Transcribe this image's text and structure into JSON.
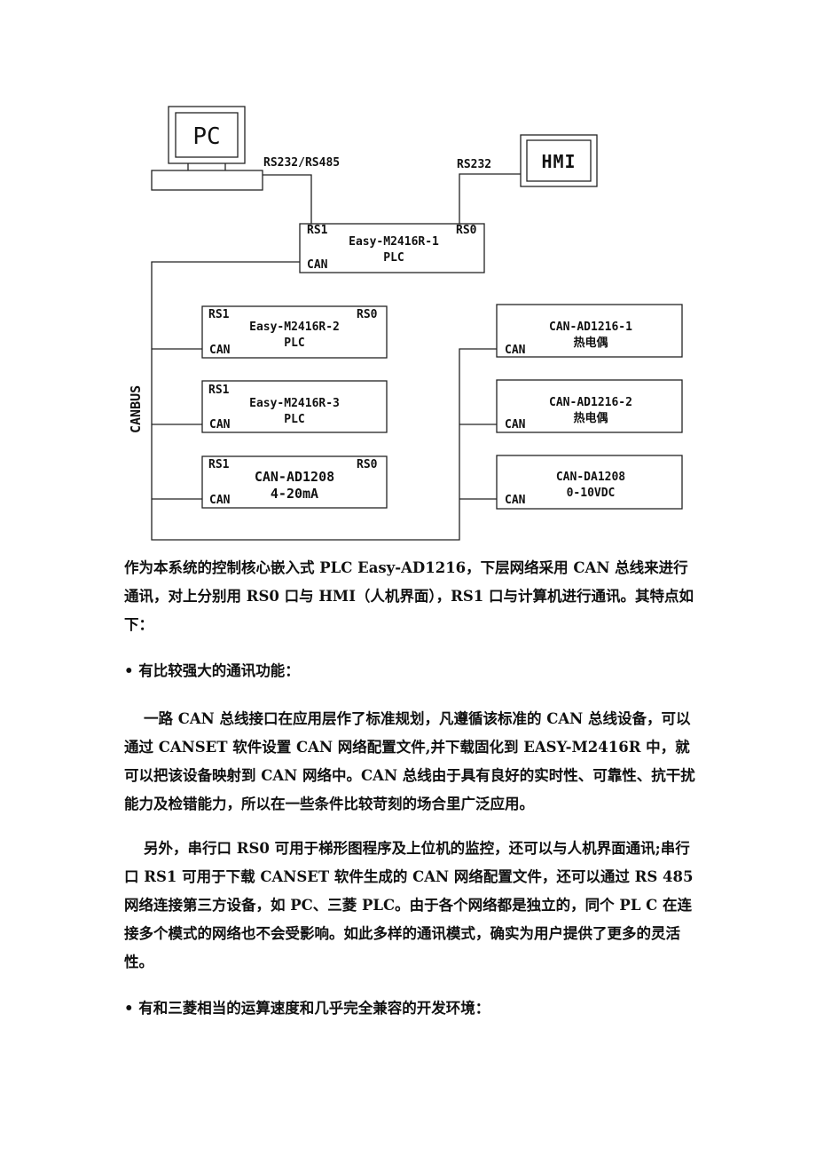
{
  "diagram": {
    "pc_label": "PC",
    "hmi_label": "HMI",
    "pc_link_label": "RS232/RS485",
    "hmi_link_label": "RS232",
    "bus_label": "CANBUS",
    "main_plc": {
      "rs1": "RS1",
      "rs0": "RS0",
      "can": "CAN",
      "line1": "Easy-M2416R-1",
      "line2": "PLC"
    },
    "left_nodes": [
      {
        "rs1": "RS1",
        "rs0": "RS0",
        "can": "CAN",
        "line1": "Easy-M2416R-2",
        "line2": "PLC"
      },
      {
        "rs1": "RS1",
        "rs0": "",
        "can": "CAN",
        "line1": "Easy-M2416R-3",
        "line2": "PLC"
      },
      {
        "rs1": "RS1",
        "rs0": "RS0",
        "can": "CAN",
        "line1": "CAN-AD1208",
        "line2": "4-20mA"
      }
    ],
    "right_nodes": [
      {
        "can": "CAN",
        "line1": "CAN-AD1216-1",
        "line2": "热电偶"
      },
      {
        "can": "CAN",
        "line1": "CAN-AD1216-2",
        "line2": "热电偶"
      },
      {
        "can": "CAN",
        "line1": "CAN-DA1208",
        "line2": "0-10VDC"
      }
    ]
  },
  "paragraphs": {
    "intro": "作为本系统的控制核心嵌入式 PLC Easy-AD1216，下层网络采用 CAN 总线来进行通讯，对上分别用 RS0 口与 HMI（人机界面），RS1 口与计算机进行通讯。其特点如下：",
    "bullet1": "• 有比较强大的通讯功能：",
    "para1": "一路 CAN 总线接口在应用层作了标准规划，凡遵循该标准的 CAN 总线设备，可以通过 CANSET 软件设置 CAN 网络配置文件,并下载固化到 EASY-M2416R 中，就可以把该设备映射到 CAN 网络中。CAN 总线由于具有良好的实时性、可靠性、抗干扰能力及检错能力，所以在一些条件比较苛刻的场合里广泛应用。",
    "para2": "另外，串行口 RS0 可用于梯形图程序及上位机的监控，还可以与人机界面通讯;串行口 RS1 可用于下载 CANSET 软件生成的 CAN 网络配置文件，还可以通过 RS 485 网络连接第三方设备，如 PC、三菱 PLC。由于各个网络都是独立的，同个 PL C 在连接多个模式的网络也不会受影响。如此多样的通讯模式，确实为用户提供了更多的灵活性。",
    "bullet2": "• 有和三菱相当的运算速度和几乎完全兼容的开发环境："
  }
}
